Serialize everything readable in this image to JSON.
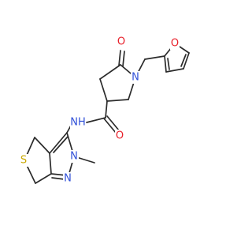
{
  "atoms": {
    "ketone_o": {
      "text": "O",
      "color": "#e8202a"
    },
    "ring_n": {
      "text": "N",
      "color": "#3050d8"
    },
    "furan_o": {
      "text": "O",
      "color": "#e8202a"
    },
    "amide_o": {
      "text": "O",
      "color": "#e8202a"
    },
    "amide_nh": {
      "text": "NH",
      "color": "#3050d8"
    },
    "thiophene_s": {
      "text": "S",
      "color": "#c9a800"
    },
    "pyrazole_n2": {
      "text": "N",
      "color": "#3050d8"
    },
    "pyrazole_n1": {
      "text": "N",
      "color": "#3050d8"
    }
  },
  "colors": {
    "bond": "#2b2b2b",
    "background": "#ffffff"
  }
}
